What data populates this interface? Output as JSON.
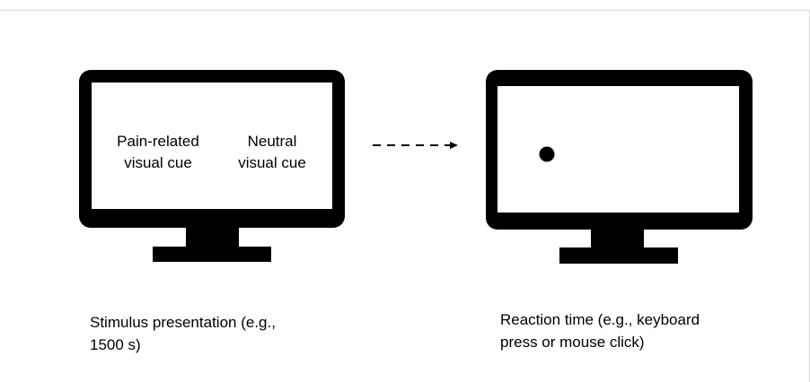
{
  "left_monitor": {
    "cue_left": "Pain-related\nvisual cue",
    "cue_right": "Neutral\nvisual cue"
  },
  "captions": {
    "left": "Stimulus presentation (e.g.,\n1500 s)",
    "right": "Reaction time (e.g., keyboard\npress or mouse click)"
  },
  "colors": {
    "ink": "#000000",
    "screen": "#ffffff",
    "frame_border": "#d9d9d9"
  },
  "icons": [
    "monitor-icon",
    "monitor-icon",
    "dashed-arrow-icon",
    "probe-dot-icon"
  ]
}
